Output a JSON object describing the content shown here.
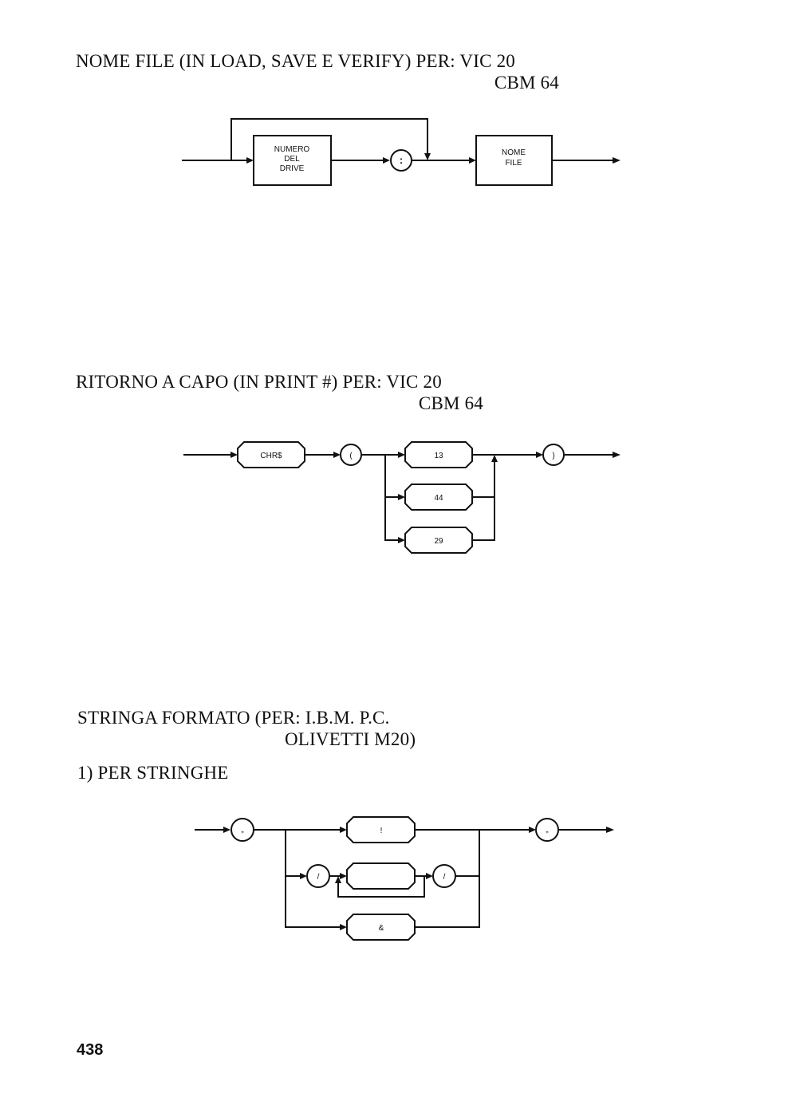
{
  "section1": {
    "title": "NOME FILE (IN LOAD, SAVE E VERIFY) PER: VIC 20",
    "title_line2": "CBM 64",
    "boxes": {
      "drive_l1": "NUMERO",
      "drive_l2": "DEL",
      "drive_l3": "DRIVE",
      "colon": ":",
      "name_l1": "NOME",
      "name_l2": "FILE"
    }
  },
  "section2": {
    "title": "RITORNO A CAPO (IN PRINT #) PER: VIC 20",
    "title_line2": "CBM 64",
    "boxes": {
      "chr": "CHR$",
      "open": "(",
      "v13": "13",
      "v44": "44",
      "v29": "29",
      "close": ")"
    }
  },
  "section3": {
    "title": "STRINGA FORMATO (PER: I.B.M. P.C.",
    "title_line2": "OLIVETTI M20)",
    "subtitle": "1) PER STRINGHE",
    "boxes": {
      "quote_open": "„",
      "bang": "!",
      "slash_left": "/",
      "slash_right": "/",
      "amp": "&",
      "quote_close": "„"
    }
  },
  "page_number": "438"
}
